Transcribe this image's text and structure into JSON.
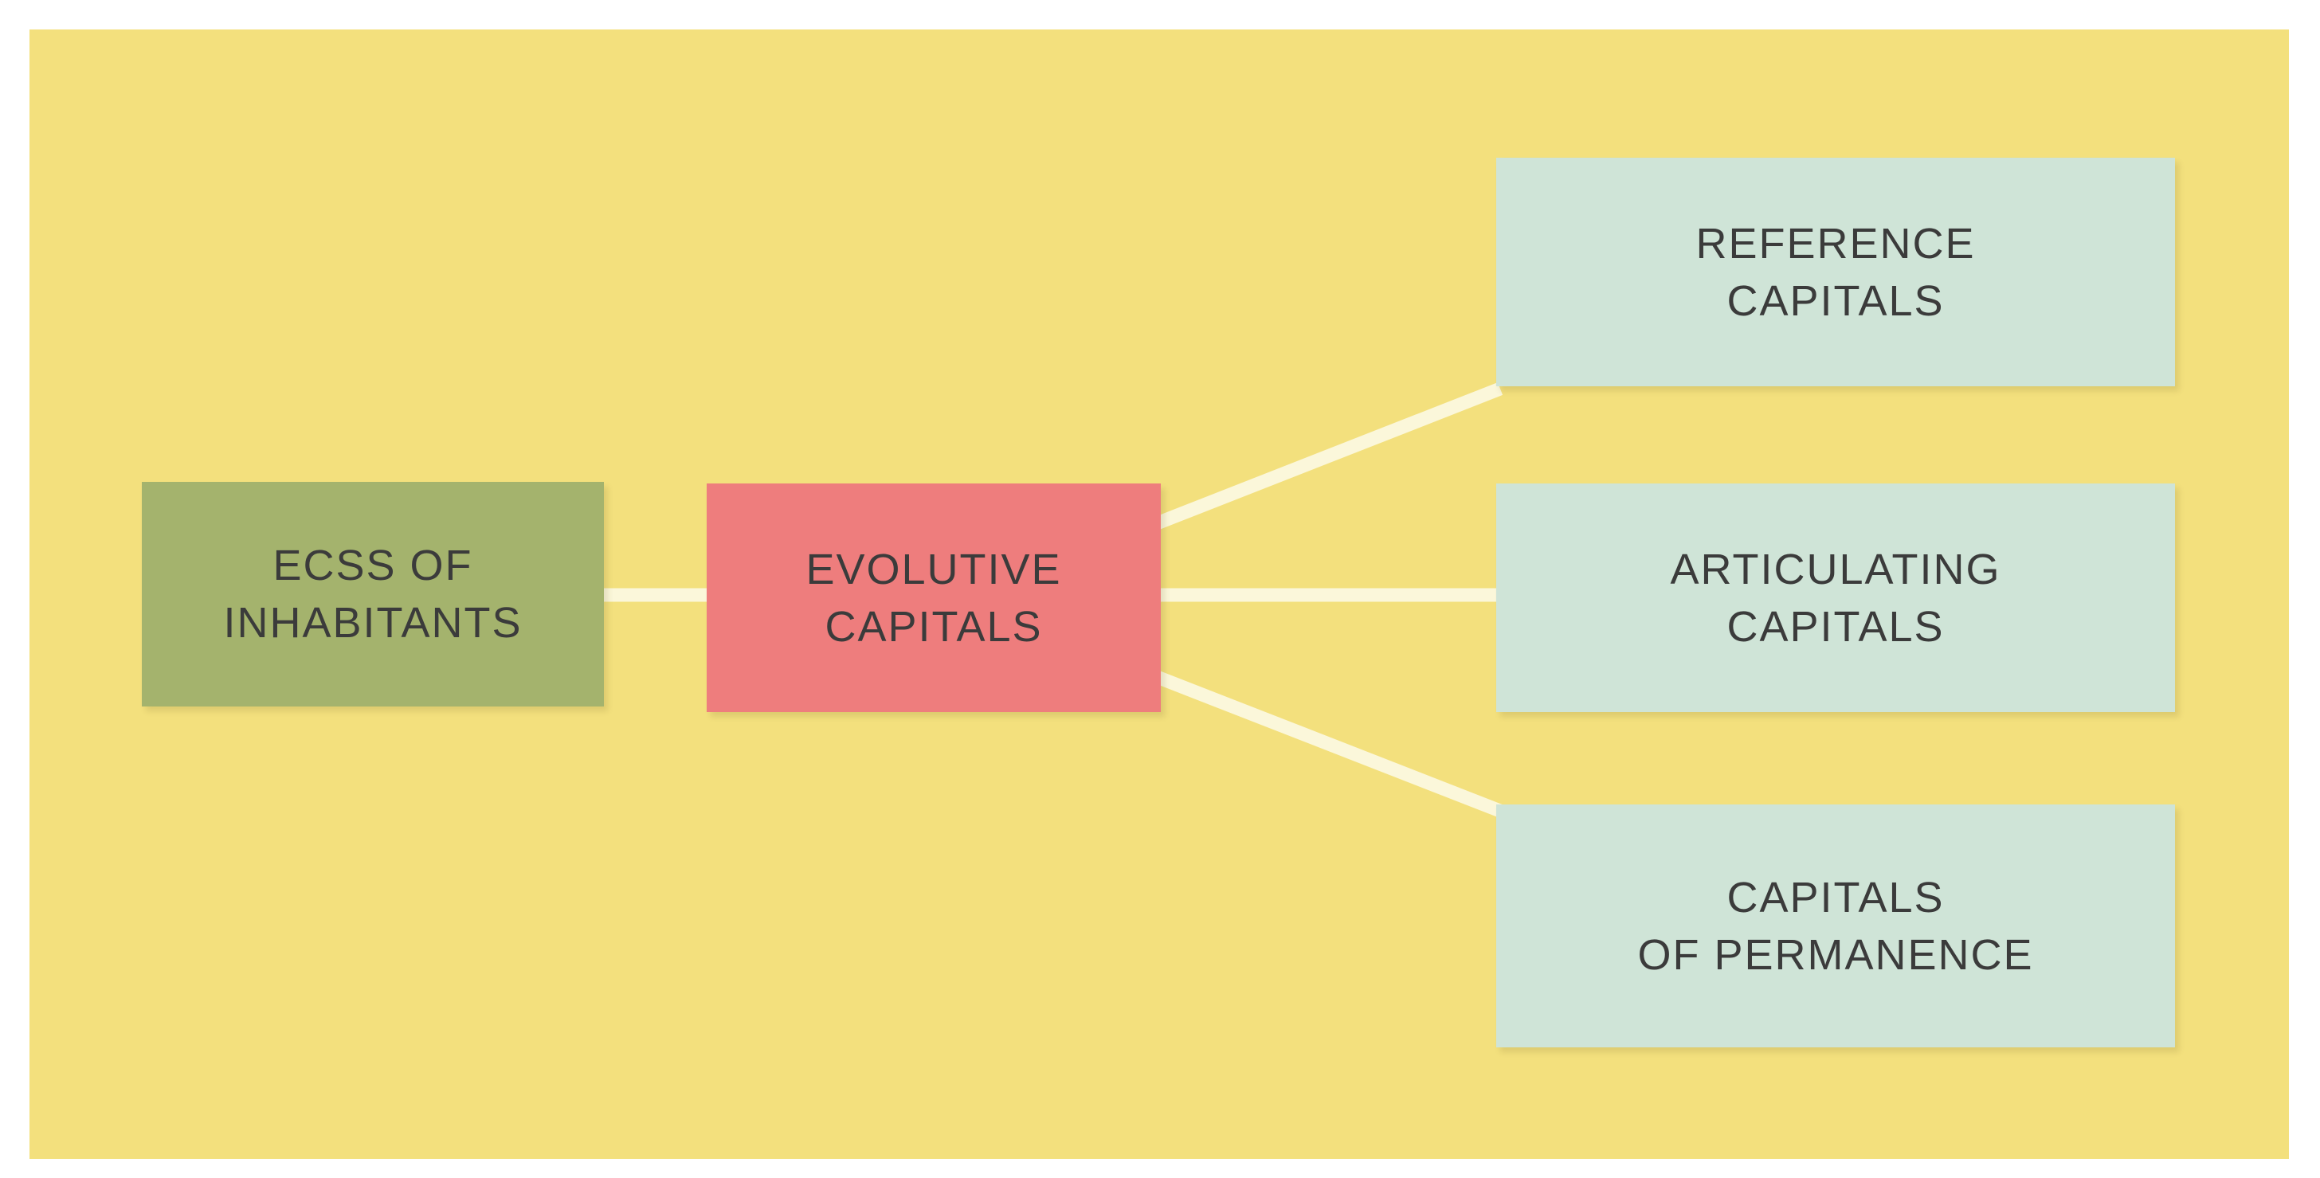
{
  "palette": {
    "page_margin": "#ffffff",
    "background": "#f3e07d",
    "connector": "#fbf7da",
    "text": "#3b3b3b",
    "node_green": "#a4b36d",
    "node_red": "#ee7d7d",
    "node_mint": "#cfe4d7"
  },
  "nodes": {
    "ecss": {
      "lines": [
        "ECSS OF",
        "INHABITANTS"
      ],
      "color": "#a4b36d"
    },
    "evolutive": {
      "lines": [
        "EVOLUTIVE",
        "CAPITALS"
      ],
      "color": "#ee7d7d"
    },
    "reference": {
      "lines": [
        "REFERENCE",
        "CAPITALS"
      ],
      "color": "#cfe4d7"
    },
    "articulating": {
      "lines": [
        "ARTICULATING",
        "CAPITALS"
      ],
      "color": "#cfe4d7"
    },
    "permanence": {
      "lines": [
        "CAPITALS",
        "OF PERMANENCE"
      ],
      "color": "#cfe4d7"
    }
  },
  "connectors": [
    {
      "from": "ecss",
      "to": "evolutive"
    },
    {
      "from": "evolutive",
      "to": "reference"
    },
    {
      "from": "evolutive",
      "to": "articulating"
    },
    {
      "from": "evolutive",
      "to": "permanence"
    }
  ]
}
